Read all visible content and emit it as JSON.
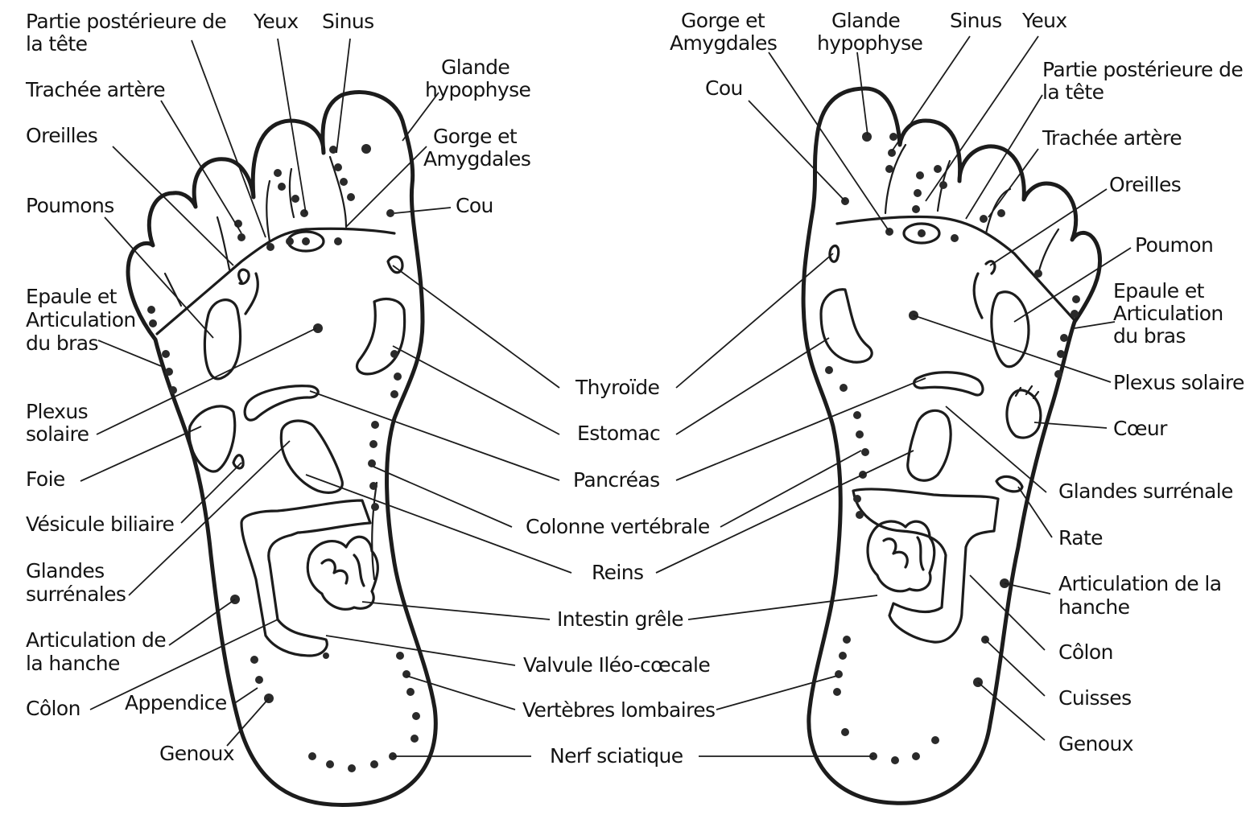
{
  "colors": {
    "ink": "#1c1c1c",
    "paper": "#ffffff"
  },
  "left_foot": {
    "labels": {
      "back_of_head": [
        "Partie postérieure de",
        "la tête"
      ],
      "eyes": [
        "Yeux"
      ],
      "sinus": [
        "Sinus"
      ],
      "trachea": [
        "Trachée artère"
      ],
      "pituitary": [
        "Glande",
        "hypophyse"
      ],
      "ears": [
        "Oreilles"
      ],
      "throat_tonsils": [
        "Gorge et",
        "Amygdales"
      ],
      "lungs": [
        "Poumons"
      ],
      "neck": [
        "Cou"
      ],
      "shoulder_arm": [
        "Epaule et",
        "Articulation",
        "du bras"
      ],
      "solar_plexus": [
        "Plexus",
        "solaire"
      ],
      "liver": [
        "Foie"
      ],
      "gallbladder": [
        "Vésicule biliaire"
      ],
      "adrenals": [
        "Glandes",
        "surrénales"
      ],
      "hip": [
        "Articulation de",
        "la hanche"
      ],
      "colon": [
        "Côlon"
      ],
      "appendix": [
        "Appendice"
      ],
      "knees": [
        "Genoux"
      ]
    }
  },
  "center": {
    "labels": {
      "thyroid": [
        "Thyroïde"
      ],
      "stomach": [
        "Estomac"
      ],
      "pancreas": [
        "Pancréas"
      ],
      "spine": [
        "Colonne vertébrale"
      ],
      "kidneys": [
        "Reins"
      ],
      "small_intestine": [
        "Intestin grêle"
      ],
      "ileocecal_valve": [
        "Valvule Iléo-cœcale"
      ],
      "lumbar": [
        "Vertèbres lombaires"
      ],
      "sciatic": [
        "Nerf sciatique"
      ]
    }
  },
  "right_foot": {
    "labels": {
      "throat_tonsils": [
        "Gorge et",
        "Amygdales"
      ],
      "pituitary": [
        "Glande",
        "hypophyse"
      ],
      "sinus": [
        "Sinus"
      ],
      "eyes": [
        "Yeux"
      ],
      "back_of_head": [
        "Partie postérieure de",
        "la tête"
      ],
      "neck": [
        "Cou"
      ],
      "trachea": [
        "Trachée artère"
      ],
      "ears": [
        "Oreilles"
      ],
      "lung": [
        "Poumon"
      ],
      "shoulder_arm": [
        "Epaule et",
        "Articulation",
        "du bras"
      ],
      "solar_plexus": [
        "Plexus solaire"
      ],
      "heart": [
        "Cœur"
      ],
      "adrenals": [
        "Glandes surrénale"
      ],
      "spleen": [
        "Rate"
      ],
      "hip": [
        "Articulation de la",
        "hanche"
      ],
      "colon": [
        "Côlon"
      ],
      "thighs": [
        "Cuisses"
      ],
      "knees": [
        "Genoux"
      ]
    }
  }
}
